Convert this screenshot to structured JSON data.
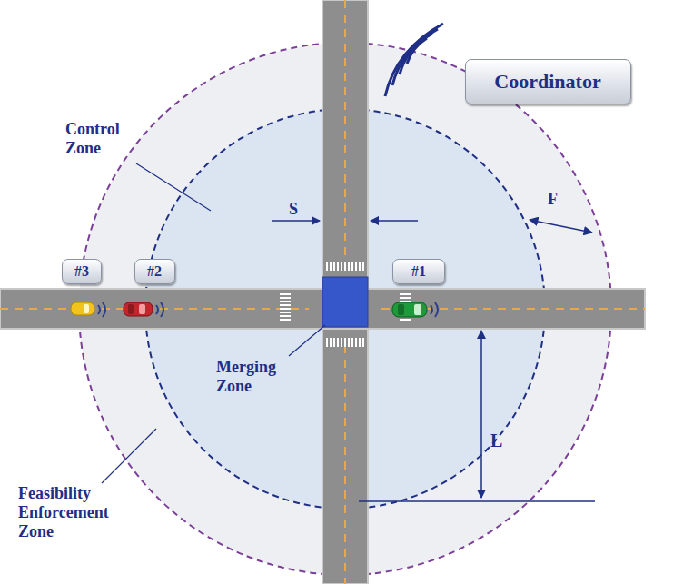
{
  "diagram": {
    "nodes": [
      {
        "text": [
          "Coordinator"
        ]
      },
      {
        "text": [
          "#3"
        ]
      },
      {
        "text": [
          "#2"
        ]
      },
      {
        "text": [
          "#1"
        ]
      }
    ],
    "labels": [
      "Control Zone",
      "S",
      "F",
      "Merging Zone",
      "L",
      "Feasibility Enforcement Zone"
    ]
  }
}
